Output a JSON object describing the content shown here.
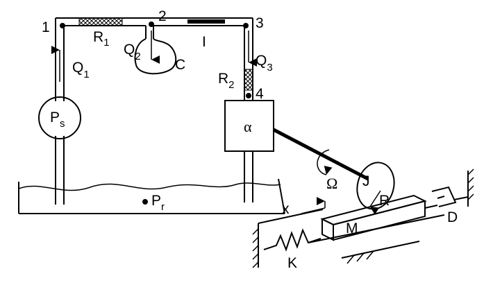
{
  "nodes": {
    "n1": "1",
    "n2": "2",
    "n3": "3",
    "n4": "4"
  },
  "labels": {
    "R1": {
      "main": "R",
      "sub": "1"
    },
    "R2": {
      "main": "R",
      "sub": "2"
    },
    "Q1": {
      "main": "Q",
      "sub": "1"
    },
    "Q2": {
      "main": "Q",
      "sub": "2"
    },
    "Q3": {
      "main": "Q",
      "sub": "3"
    },
    "C": "C",
    "I": "I",
    "Ps": {
      "main": "P",
      "sub": "s"
    },
    "Pr": {
      "main": "P",
      "sub": "r"
    },
    "alpha": "α",
    "Omega": "Ω",
    "J": "J",
    "R": "R",
    "M": "M",
    "D": "D",
    "K": "K",
    "x": "x"
  }
}
